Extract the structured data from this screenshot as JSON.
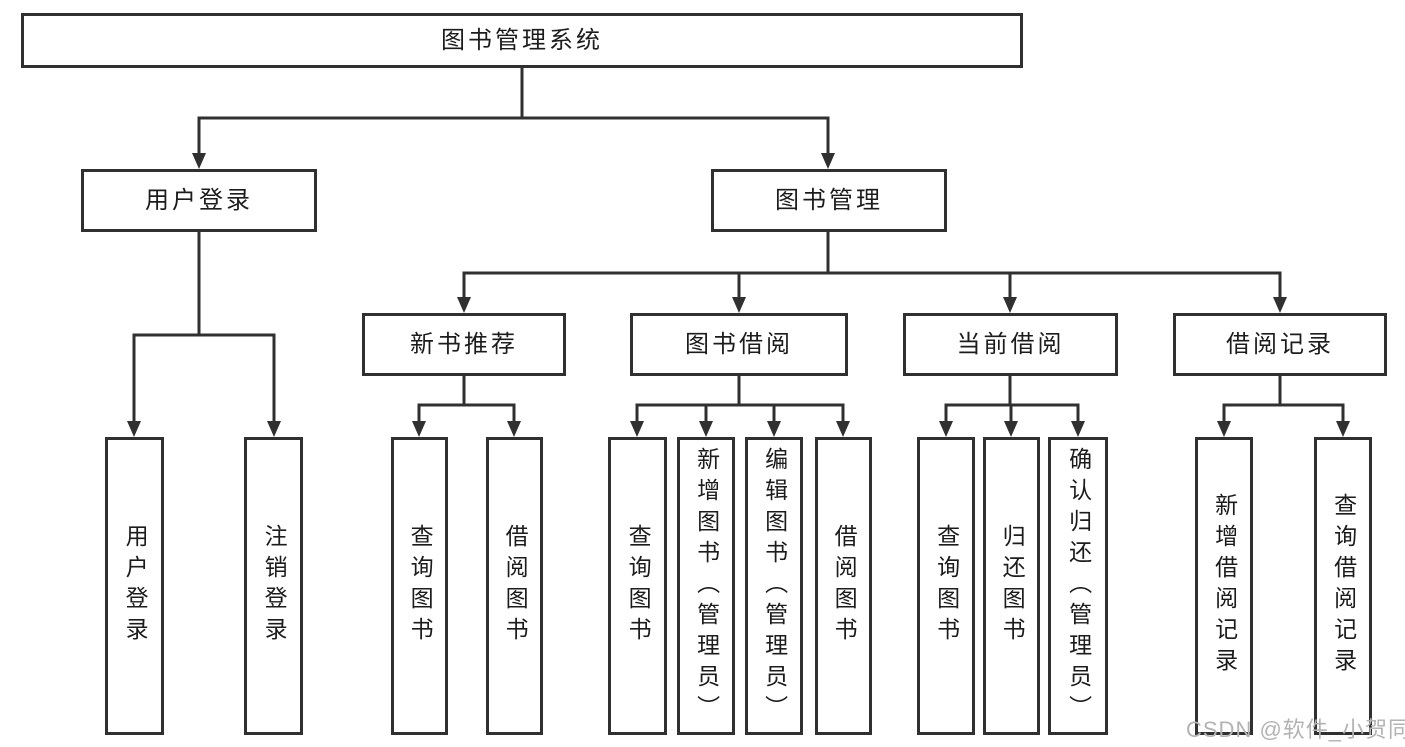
{
  "diagram": {
    "root": {
      "label": "图书管理系统"
    },
    "level2": [
      {
        "label": "用户登录"
      },
      {
        "label": "图书管理"
      }
    ],
    "level3": [
      {
        "label": "新书推荐"
      },
      {
        "label": "图书借阅"
      },
      {
        "label": "当前借阅"
      },
      {
        "label": "借阅记录"
      }
    ],
    "leaves": [
      {
        "label": "用户登录"
      },
      {
        "label": "注销登录"
      },
      {
        "label": "查询图书"
      },
      {
        "label": "借阅图书"
      },
      {
        "label": "查询图书"
      },
      {
        "label": "新增图书（管理员）"
      },
      {
        "label": "编辑图书（管理员）"
      },
      {
        "label": "借阅图书"
      },
      {
        "label": "查询图书"
      },
      {
        "label": "归还图书"
      },
      {
        "label": "确认归还（管理员）"
      },
      {
        "label": "新增借阅记录"
      },
      {
        "label": "查询借阅记录"
      }
    ]
  },
  "watermark": "CSDN @软件_小贺同学",
  "colors": {
    "line": "#303030",
    "box_background": "#ffffff",
    "text": "#1c1c1c",
    "watermark": "#b3b3b3"
  }
}
